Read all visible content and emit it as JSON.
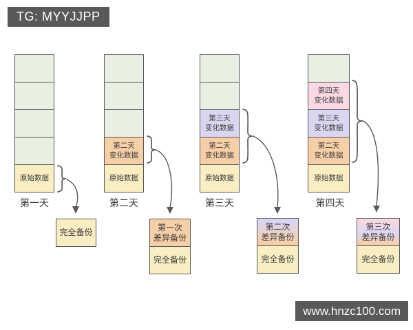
{
  "watermarks": {
    "tg": "TG: MYYJJPP",
    "url": "www.hnzc100.com"
  },
  "diagram_topic": "differential-backup-over-four-days",
  "columns": [
    {
      "day_label": "第一天",
      "blocks": [
        {
          "label": "",
          "type": "empty"
        },
        {
          "label": "",
          "type": "empty"
        },
        {
          "label": "",
          "type": "empty"
        },
        {
          "label": "",
          "type": "empty"
        },
        {
          "label": "原始数据",
          "type": "original-data"
        }
      ],
      "backup": [
        {
          "label": "完全备份",
          "type": "full-backup"
        }
      ]
    },
    {
      "day_label": "第二天",
      "blocks": [
        {
          "label": "",
          "type": "empty"
        },
        {
          "label": "",
          "type": "empty"
        },
        {
          "label": "",
          "type": "empty"
        },
        {
          "label": "第二天\n变化数据",
          "type": "day2-changed-data"
        },
        {
          "label": "原始数据",
          "type": "original-data"
        }
      ],
      "backup": [
        {
          "label": "第一次\n差异备份",
          "type": "differential-backup-1"
        },
        {
          "label": "完全备份",
          "type": "full-backup"
        }
      ]
    },
    {
      "day_label": "第三天",
      "blocks": [
        {
          "label": "",
          "type": "empty"
        },
        {
          "label": "",
          "type": "empty"
        },
        {
          "label": "第三天\n变化数据",
          "type": "day3-changed-data"
        },
        {
          "label": "第二天\n变化数据",
          "type": "day2-changed-data"
        },
        {
          "label": "原始数据",
          "type": "original-data"
        }
      ],
      "backup": [
        {
          "label": "第二次\n差异备份",
          "type": "differential-backup-2"
        },
        {
          "label": "完全备份",
          "type": "full-backup"
        }
      ]
    },
    {
      "day_label": "第四天",
      "blocks": [
        {
          "label": "",
          "type": "empty"
        },
        {
          "label": "第四天\n变化数据",
          "type": "day4-changed-data"
        },
        {
          "label": "第三天\n变化数据",
          "type": "day3-changed-data"
        },
        {
          "label": "第二天\n变化数据",
          "type": "day2-changed-data"
        },
        {
          "label": "原始数据",
          "type": "original-data"
        }
      ],
      "backup": [
        {
          "label": "第三次\n差异备份",
          "type": "differential-backup-3"
        },
        {
          "label": "完全备份",
          "type": "full-backup"
        }
      ]
    }
  ],
  "palette": {
    "background": "#ffffff",
    "badge_bg": "#595959",
    "badge_text": "#ffffff",
    "block_border": "#54565a",
    "green": "#e9efe1",
    "yellow": "#f9eec2",
    "orange": "#f6cfa6",
    "purple": "#dcd5f0",
    "pink": "#f8d8e2",
    "text": "#3b3b3b",
    "line": "#5a5a5a"
  }
}
